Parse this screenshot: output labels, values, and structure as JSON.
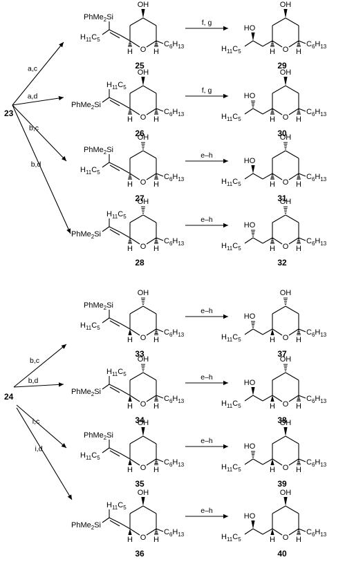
{
  "starting_materials": [
    {
      "id": "sm-23",
      "label": "23"
    },
    {
      "id": "sm-24",
      "label": "24"
    }
  ],
  "routes": [
    {
      "from": "23",
      "reagents": "a,c"
    },
    {
      "from": "23",
      "reagents": "a,d"
    },
    {
      "from": "23",
      "reagents": "b,c"
    },
    {
      "from": "23",
      "reagents": "b,d"
    },
    {
      "from": "24",
      "reagents": "b,c"
    },
    {
      "from": "24",
      "reagents": "b,d"
    },
    {
      "from": "24",
      "reagents": "i,c"
    },
    {
      "from": "24",
      "reagents": "i,d"
    }
  ],
  "intermediates": [
    {
      "label": "25",
      "silyl": "PhMe2Si",
      "alkyl": "H11C5"
    },
    {
      "label": "26",
      "silyl": "PhMe2Si",
      "alkyl": "H11C5"
    },
    {
      "label": "27",
      "silyl": "PhMe2Si",
      "alkyl": "H11C5"
    },
    {
      "label": "28",
      "silyl": "PhMe2Si",
      "alkyl": "H11C5"
    },
    {
      "label": "33",
      "silyl": "PhMe2Si",
      "alkyl": "H11C5"
    },
    {
      "label": "34",
      "silyl": "PhMe2Si",
      "alkyl": "H11C5"
    },
    {
      "label": "35",
      "silyl": "PhMe2Si",
      "alkyl": "H11C5"
    },
    {
      "label": "36",
      "silyl": "PhMe2Si",
      "alkyl": "H11C5"
    }
  ],
  "conversions": [
    {
      "reagents": "f, g",
      "product": "29"
    },
    {
      "reagents": "f, g",
      "product": "30"
    },
    {
      "reagents": "e–h",
      "product": "31"
    },
    {
      "reagents": "e–h",
      "product": "32"
    },
    {
      "reagents": "e–h",
      "product": "37"
    },
    {
      "reagents": "e–h",
      "product": "38"
    },
    {
      "reagents": "e–h",
      "product": "39"
    },
    {
      "reagents": "e–h",
      "product": "40"
    }
  ],
  "atoms": {
    "oh": "OH",
    "ho": "HO",
    "o": "O",
    "h": "H",
    "hexyl_c": "C",
    "hexyl_h": "H",
    "hexyl_n1": "6",
    "hexyl_n2": "13",
    "pentyl": "H11C5"
  }
}
